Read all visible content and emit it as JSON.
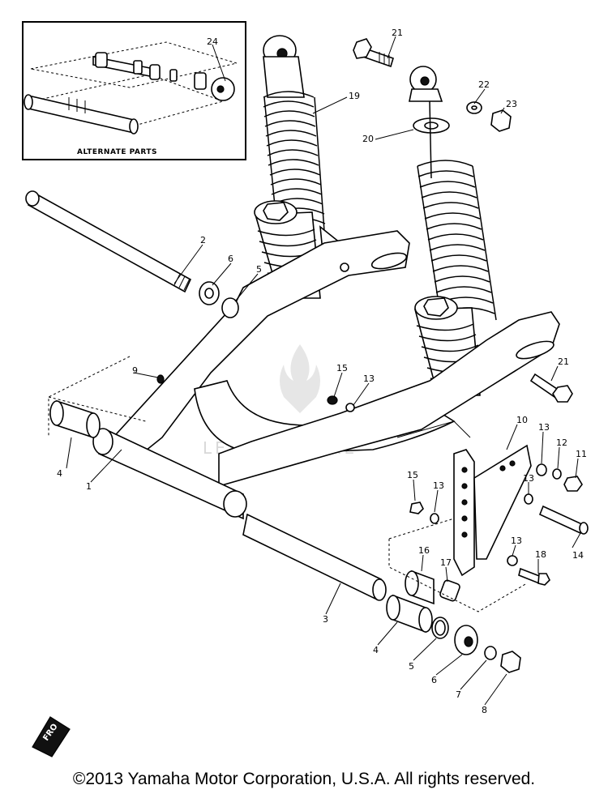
{
  "inset": {
    "label": "ALTERNATE PARTS"
  },
  "callouts": [
    {
      "id": "c24",
      "text": "24"
    },
    {
      "id": "c21a",
      "text": "21"
    },
    {
      "id": "c19",
      "text": "19"
    },
    {
      "id": "c22",
      "text": "22"
    },
    {
      "id": "c23",
      "text": "23"
    },
    {
      "id": "c20",
      "text": "20"
    },
    {
      "id": "c2",
      "text": "2"
    },
    {
      "id": "c6a",
      "text": "6"
    },
    {
      "id": "c5a",
      "text": "5"
    },
    {
      "id": "c9",
      "text": "9"
    },
    {
      "id": "c15a",
      "text": "15"
    },
    {
      "id": "c13a",
      "text": "13"
    },
    {
      "id": "c21b",
      "text": "21"
    },
    {
      "id": "c4a",
      "text": "4"
    },
    {
      "id": "c1",
      "text": "1"
    },
    {
      "id": "c10",
      "text": "10"
    },
    {
      "id": "c13b",
      "text": "13"
    },
    {
      "id": "c12",
      "text": "12"
    },
    {
      "id": "c11",
      "text": "11"
    },
    {
      "id": "c15b",
      "text": "15"
    },
    {
      "id": "c13c",
      "text": "13"
    },
    {
      "id": "c13d",
      "text": "13"
    },
    {
      "id": "c14",
      "text": "14"
    },
    {
      "id": "c16",
      "text": "16"
    },
    {
      "id": "c17",
      "text": "17"
    },
    {
      "id": "c13e",
      "text": "13"
    },
    {
      "id": "c18",
      "text": "18"
    },
    {
      "id": "c3",
      "text": "3"
    },
    {
      "id": "c4b",
      "text": "4"
    },
    {
      "id": "c5b",
      "text": "5"
    },
    {
      "id": "c6b",
      "text": "6"
    },
    {
      "id": "c7",
      "text": "7"
    },
    {
      "id": "c8",
      "text": "8"
    }
  ],
  "front_badge": "FRO",
  "watermark": "LEADVENTURE",
  "copyright": "©2013 Yamaha Motor Corporation, U.S.A. All rights reserved."
}
